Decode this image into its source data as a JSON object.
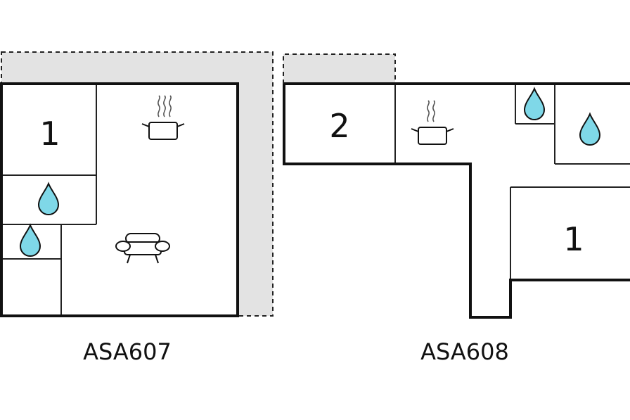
{
  "plans": [
    {
      "id": "asa607",
      "caption": "ASA607",
      "rooms": [
        {
          "label": "1"
        }
      ],
      "icons": [
        "pot-icon",
        "water-drop-icon",
        "water-drop-icon",
        "sofa-icon"
      ]
    },
    {
      "id": "asa608",
      "caption": "ASA608",
      "rooms": [
        {
          "label": "2"
        },
        {
          "label": "1"
        }
      ],
      "icons": [
        "pot-icon",
        "water-drop-icon",
        "water-drop-icon"
      ]
    }
  ],
  "colors": {
    "terrace": "#e3e3e3",
    "water": "#7fd8e8",
    "walls": "#111111"
  }
}
